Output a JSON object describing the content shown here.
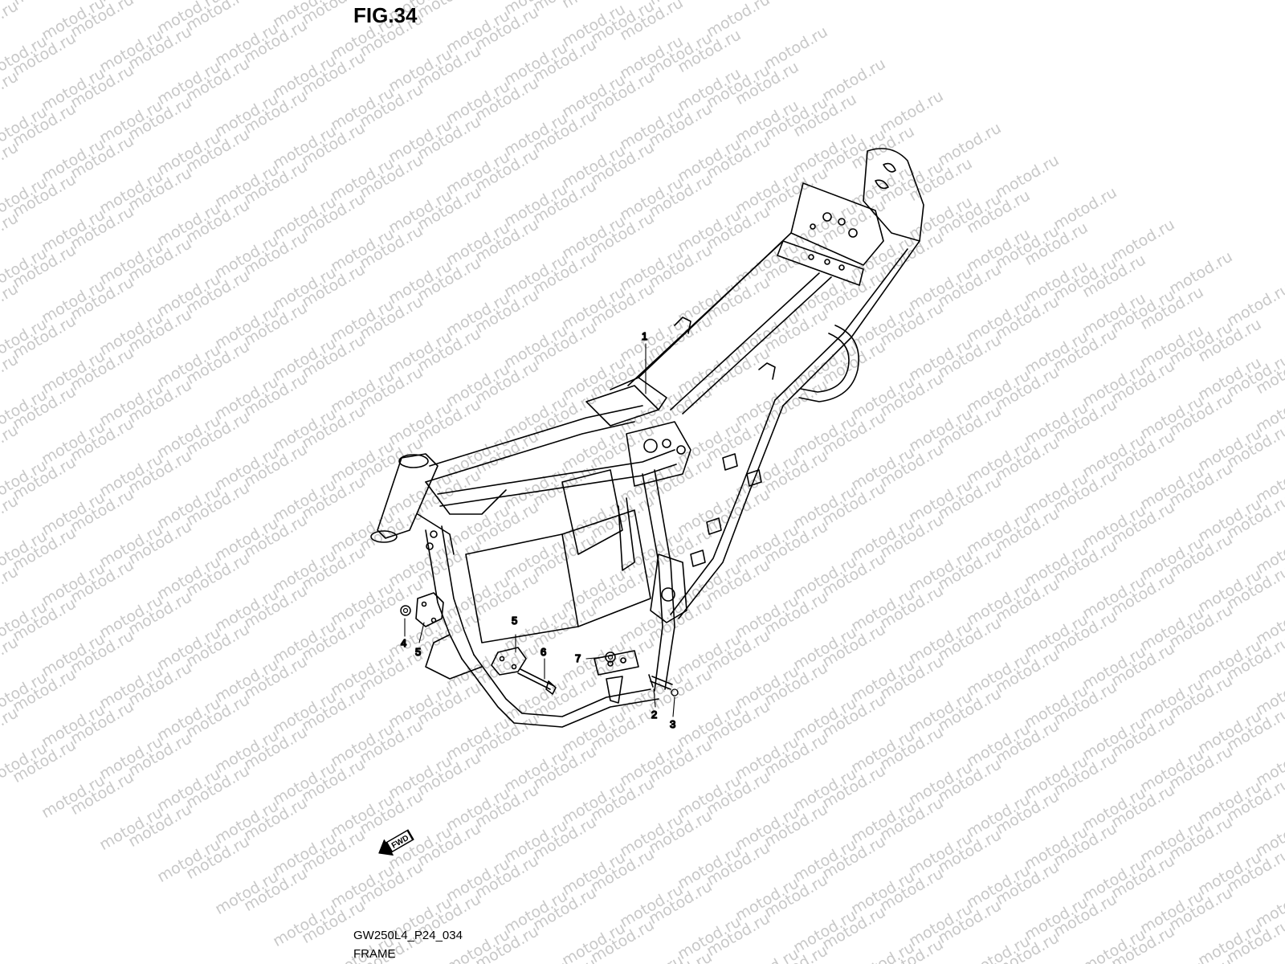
{
  "figure": {
    "title": "FIG.34",
    "diagram_code": "GW250L4_P24_034",
    "section_name": "FRAME"
  },
  "watermark": {
    "text": "motod.ru",
    "color": "#c8c8c8"
  },
  "callouts": [
    {
      "id": "1",
      "label": "1"
    },
    {
      "id": "2",
      "label": "2"
    },
    {
      "id": "3",
      "label": "3"
    },
    {
      "id": "4",
      "label": "4"
    },
    {
      "id": "5a",
      "label": "5"
    },
    {
      "id": "5b",
      "label": "5"
    },
    {
      "id": "6",
      "label": "6"
    },
    {
      "id": "7",
      "label": "7"
    }
  ],
  "direction_badge": {
    "label": "FWD"
  },
  "icons": [
    "frame-drawing",
    "fwd-arrow-icon",
    "bolt-icon",
    "washer-icon",
    "nut-icon",
    "plate-icon"
  ]
}
